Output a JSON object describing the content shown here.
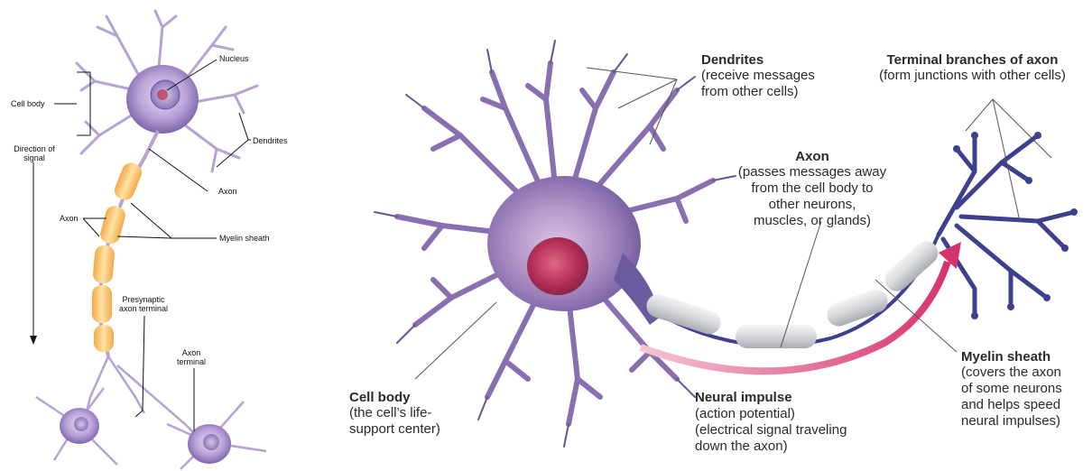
{
  "left_diagram": {
    "labels": {
      "nucleus": "Nucleus",
      "cell_body": "Cell body",
      "direction_of_signal": [
        "Direction of",
        "signal"
      ],
      "dendrites": "Dendrites",
      "axon_right": "Axon",
      "axon_left": "Axon",
      "myelin_sheath": "Myelin sheath",
      "presynaptic": [
        "Presynaptic",
        "axon terminal"
      ],
      "axon_terminal": [
        "Axon",
        "terminal"
      ]
    }
  },
  "right_diagram": {
    "dendrites": {
      "title": "Dendrites",
      "desc": [
        "(receive messages",
        "from other cells)"
      ]
    },
    "terminal_branches": {
      "title": "Terminal branches of axon",
      "desc": [
        "(form junctions with other cells)"
      ]
    },
    "axon": {
      "title": "Axon",
      "desc": [
        "(passes messages away",
        "from the cell body to",
        "other neurons,",
        "muscles, or glands)"
      ]
    },
    "myelin_sheath": {
      "title": "Myelin sheath",
      "desc": [
        "(covers the axon",
        "of some neurons",
        "and helps speed",
        "neural impulses)"
      ]
    },
    "cell_body": {
      "title": "Cell body",
      "desc": [
        "(the cell’s life-",
        "support center)"
      ]
    },
    "neural_impulse": {
      "title": "Neural impulse",
      "title_suffix": " (action potential)",
      "desc": [
        "(electrical signal traveling",
        "down the axon)"
      ]
    }
  },
  "colors": {
    "neuron_purple": "#8a6fb0",
    "neuron_light": "#c9b7e0",
    "nucleus_red": "#c0395a",
    "myelin_orange": "#f6c76a",
    "axon_blue": "#3d3f8f",
    "impulse_pink": "#d6336c"
  }
}
